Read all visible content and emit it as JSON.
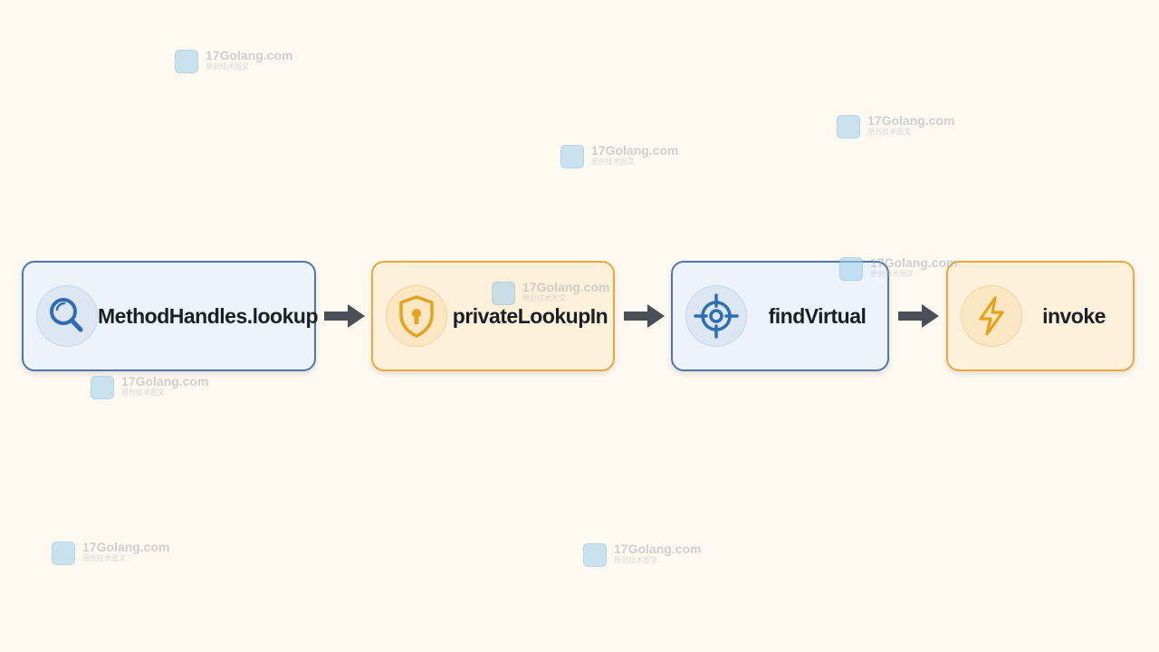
{
  "flow": {
    "nodes": [
      {
        "label": "MethodHandles.lookup",
        "icon": "search-icon",
        "theme": "blue"
      },
      {
        "label": "privateLookupIn",
        "icon": "shield-lock-icon",
        "theme": "gold"
      },
      {
        "label": "findVirtual",
        "icon": "crosshair-icon",
        "theme": "blue"
      },
      {
        "label": "invoke",
        "icon": "lightning-icon",
        "theme": "gold"
      }
    ],
    "arrow_color": "#4a4f57"
  },
  "watermark": {
    "text": "17Golang.com",
    "subtext": "原创技术图文"
  },
  "colors": {
    "background": "#fdf9f1",
    "blue_border": "#4f78a8",
    "blue_fill": "#ecf3fb",
    "gold_border": "#e9a93c",
    "gold_fill": "#fdf1dc",
    "blue_icon": "#2f6db3",
    "gold_icon": "#e5a21d"
  }
}
